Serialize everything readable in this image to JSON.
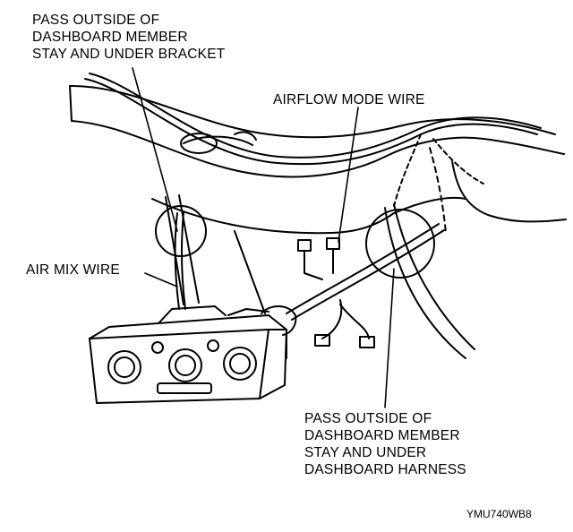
{
  "labels": {
    "pass_outside_bracket": [
      "PASS OUTSIDE OF",
      "DASHBOARD MEMBER",
      "STAY AND UNDER BRACKET"
    ],
    "airflow_mode_wire": "AIRFLOW MODE WIRE",
    "air_mix_wire": "AIR MIX WIRE",
    "pass_outside_harness": [
      "PASS OUTSIDE OF",
      "DASHBOARD MEMBER",
      "STAY AND UNDER",
      "DASHBOARD HARNESS"
    ],
    "figure_code": "YMU740WB8"
  }
}
